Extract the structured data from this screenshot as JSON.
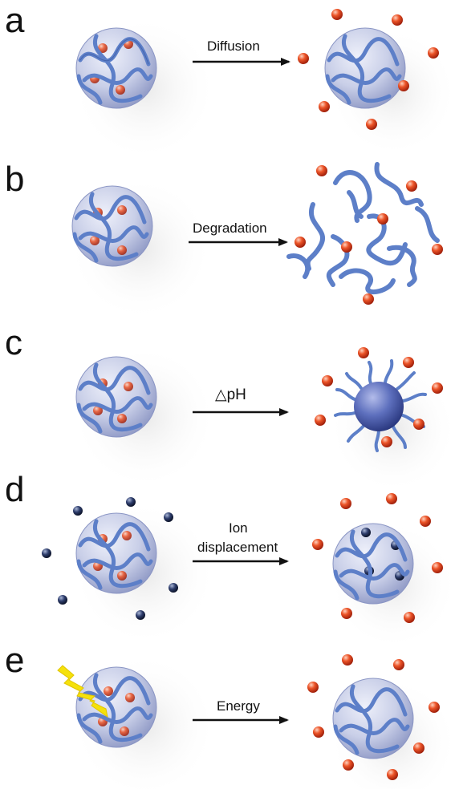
{
  "figure": {
    "panels": [
      {
        "letter": "a",
        "labels": [
          "Diffusion"
        ]
      },
      {
        "letter": "b",
        "labels": [
          "Degradation"
        ]
      },
      {
        "letter": "c",
        "labels": [
          "△pH"
        ]
      },
      {
        "letter": "d",
        "labels": [
          "Ion",
          "displacement"
        ]
      },
      {
        "letter": "e",
        "labels": [
          "Energy"
        ]
      }
    ]
  },
  "colors": {
    "background": "#ffffff",
    "polymer": "#5d7fc8",
    "polymer_outline": "#35539c",
    "sphere": "#c7cde8",
    "drug": "#e64a22",
    "ion": "#1d2b52",
    "energy": "#f5e10b",
    "shadow": "#efefef",
    "text": "#111111"
  },
  "icons": {
    "release_arrow": "right-arrow-icon",
    "energy": "lightning-bolt-icon"
  }
}
